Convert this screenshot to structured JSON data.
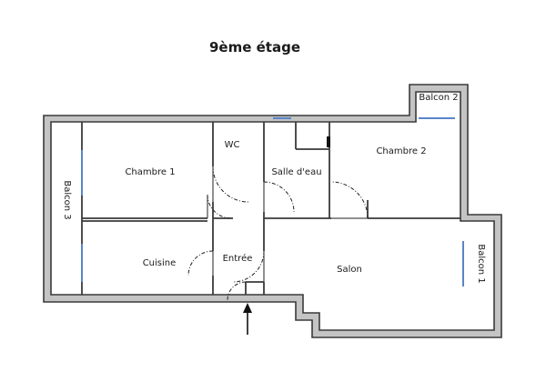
{
  "floor_title": "9ème étage",
  "rooms": {
    "chambre1": "Chambre 1",
    "wc": "WC",
    "salle_deau": "Salle d'eau",
    "chambre2": "Chambre 2",
    "balcon2": "Balcon 2",
    "balcon3": "Balcon 3",
    "cuisine": "Cuisine",
    "entree": "Entrée",
    "salon": "Salon",
    "balcon1": "Balcon 1"
  },
  "colors": {
    "wall_fill": "#c4c4c4",
    "wall_stroke": "#3a3a3a",
    "window": "#5a85c8",
    "background": "#ffffff"
  },
  "icons": {
    "entrance": "arrow-up-icon"
  }
}
